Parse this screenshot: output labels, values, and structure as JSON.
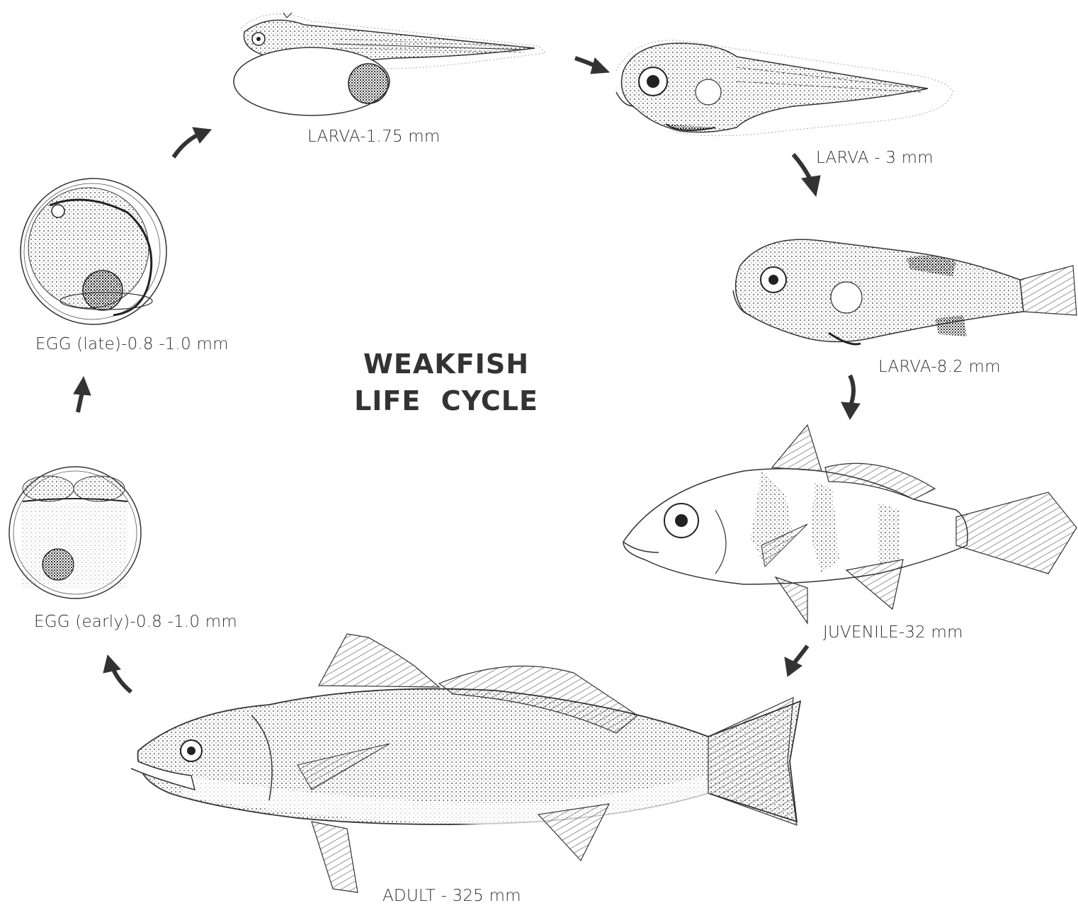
{
  "diagram": {
    "title_line1": "WEAKFISH",
    "title_line2": "LIFE  CYCLE",
    "stages": [
      {
        "label": "LARVA-1.75 mm"
      },
      {
        "label": "LARVA - 3 mm"
      },
      {
        "label": "EGG (late)-0.8 -1.0 mm"
      },
      {
        "label": "LARVA-8.2 mm"
      },
      {
        "label": "JUVENILE-32 mm"
      },
      {
        "label": "EGG (early)-0.8 -1.0 mm"
      },
      {
        "label": "ADULT - 325 mm"
      }
    ],
    "ink_color": "#222222"
  }
}
